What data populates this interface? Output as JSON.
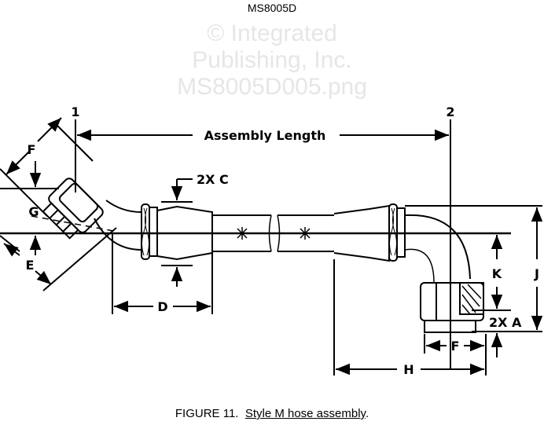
{
  "header": {
    "doc_id": "MS8005D"
  },
  "watermark": {
    "lines": [
      "© Integrated",
      "Publishing, Inc.",
      "MS8005D005.png"
    ]
  },
  "labels": {
    "point_1": "1",
    "point_2": "2",
    "assembly_length": "Assembly Length",
    "dim_c": "2X C",
    "dim_f_left": "F",
    "dim_g": "G",
    "dim_e": "E",
    "dim_d": "D",
    "dim_k": "K",
    "dim_j": "J",
    "dim_a": "2X A",
    "dim_f_right": "F",
    "dim_h": "H"
  },
  "caption": {
    "figure": "FIGURE 11.",
    "title": "Style M hose assembly",
    "end": "."
  }
}
